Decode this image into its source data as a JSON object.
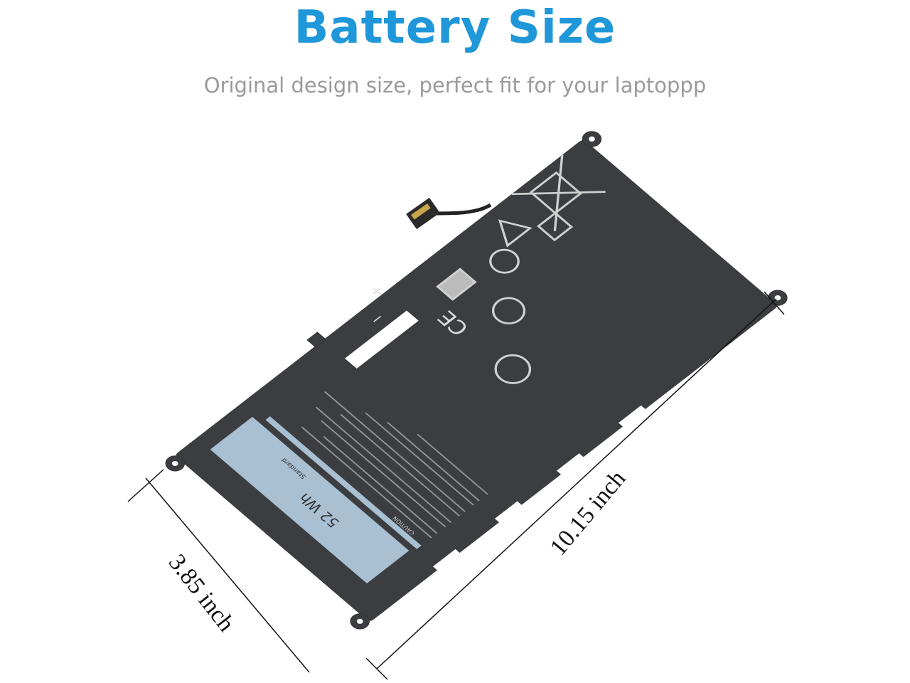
{
  "header": {
    "title": "Battery Size",
    "subtitle": "Original design size, perfect fit for your laptoppp"
  },
  "battery": {
    "capacity_label": "52 Wh",
    "type_label": "Standard",
    "plus_sign": "+",
    "minus_sign": "−",
    "caution_heading": "CAUTION",
    "body_color": "#3b3d40",
    "label_color": "#a9c0d3"
  },
  "dimensions": {
    "length": "10.15 inch",
    "width": "3.85 inch"
  },
  "colors": {
    "title": "#1f97d9",
    "subtitle": "#9a9a9a"
  }
}
